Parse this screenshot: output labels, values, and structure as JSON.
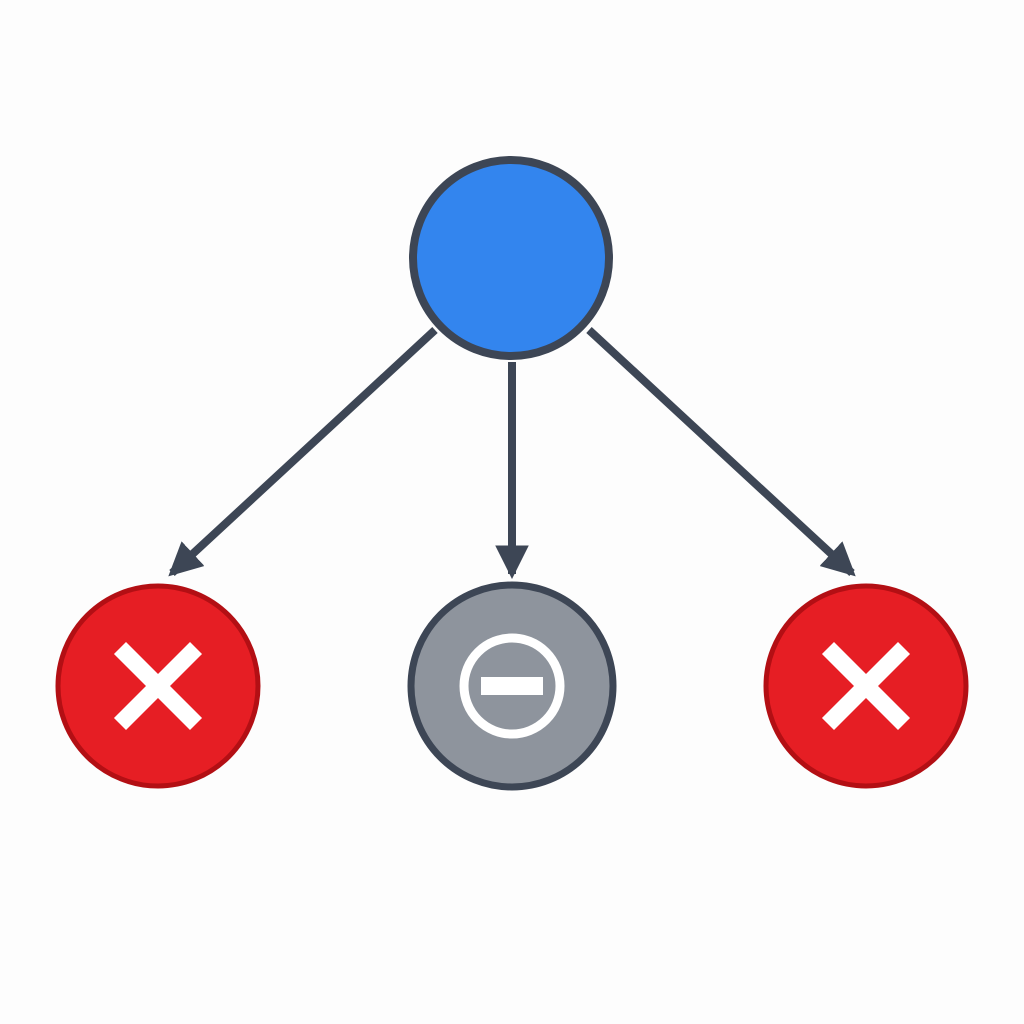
{
  "diagram": {
    "type": "tree",
    "root": {
      "id": "root",
      "status": "active",
      "icon": "none",
      "color": "#3385EE"
    },
    "children": [
      {
        "id": "left",
        "status": "failed",
        "icon": "x-mark-icon",
        "color": "#E61E24",
        "border": "#B30F14"
      },
      {
        "id": "middle",
        "status": "skipped",
        "icon": "minus-circle-icon",
        "color": "#8E949D",
        "border": "#3D4655"
      },
      {
        "id": "right",
        "status": "failed",
        "icon": "x-mark-icon",
        "color": "#E61E24",
        "border": "#B30F14"
      }
    ],
    "edges": [
      {
        "from": "root",
        "to": "left"
      },
      {
        "from": "root",
        "to": "middle"
      },
      {
        "from": "root",
        "to": "right"
      }
    ],
    "colors": {
      "edge": "#3D4655",
      "root_border": "#3D4655",
      "icon_glyph": "#FFFFFF"
    }
  }
}
